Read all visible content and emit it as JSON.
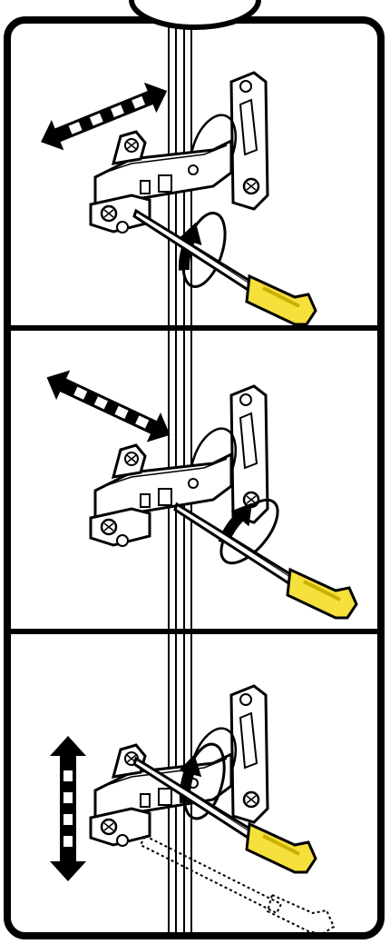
{
  "document": {
    "type": "instruction-diagram",
    "steps": [
      {
        "name": "step-1",
        "screw": "front-screw",
        "arrow": "horizontal-left-right",
        "tool": "screwdriver"
      },
      {
        "name": "step-2",
        "screw": "middle-screw",
        "arrow": "diagonal-in-out",
        "tool": "screwdriver"
      },
      {
        "name": "step-3",
        "screw": "mounting-screws",
        "arrow": "vertical-up-down",
        "tool": "screwdriver"
      }
    ]
  },
  "colors": {
    "outline": "#000000",
    "background": "#ffffff",
    "hinge": "#ffffff",
    "handle": "#f5e03c",
    "handle_dark": "#c9b000",
    "arrow_stripe": "#ffffff"
  }
}
